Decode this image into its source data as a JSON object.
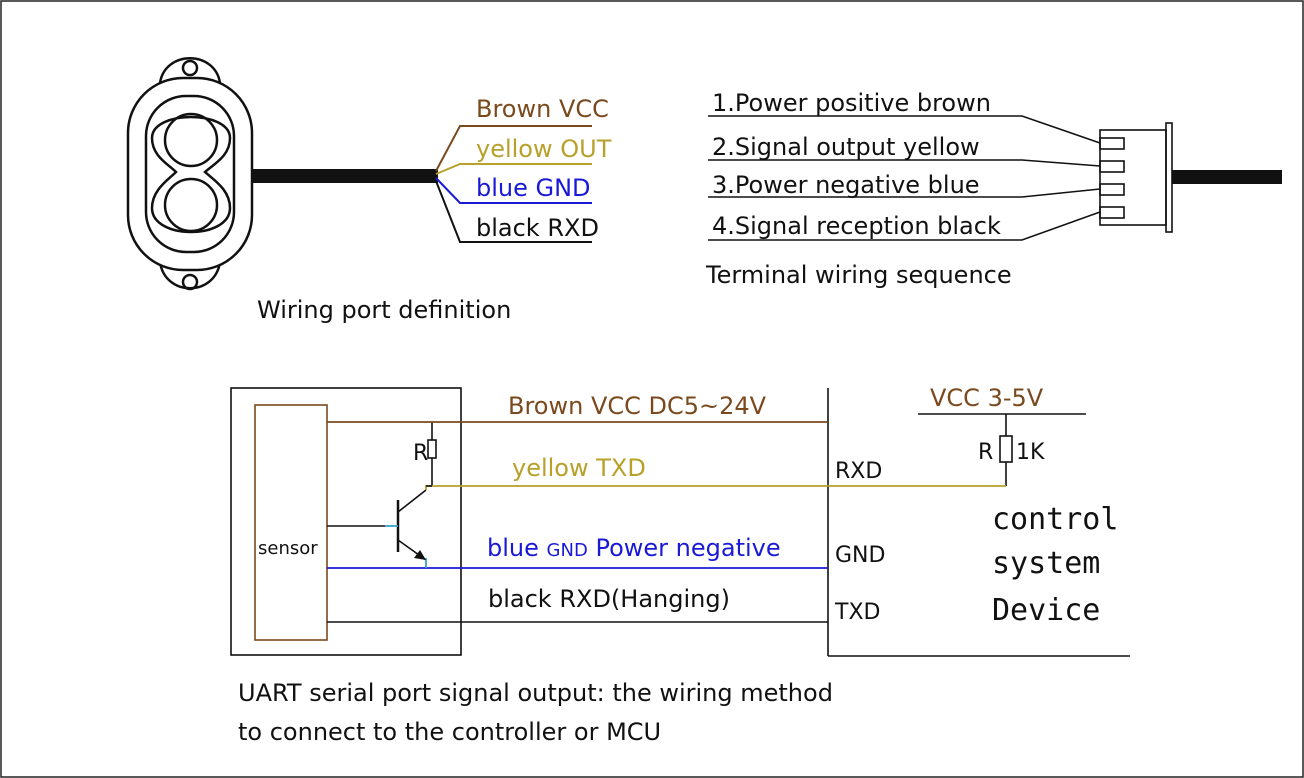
{
  "colors": {
    "brown": "#7a4a1e",
    "yellow": "#b8a12a",
    "blue": "#1a1ad6",
    "black": "#111111",
    "teal": "#3aa0c8"
  },
  "sensor_wires": {
    "brown": "Brown VCC",
    "yellow": "yellow OUT",
    "blue": "blue GND",
    "black": "black RXD"
  },
  "wiring_port_caption": "Wiring port definition",
  "terminal_pins": [
    "1.Power positive brown",
    "2.Signal output yellow",
    "3.Power negative blue",
    "4.Signal reception black"
  ],
  "terminal_caption": "Terminal wiring sequence",
  "circuit": {
    "sensor_label": "sensor",
    "resistor_label": "R",
    "brown_line": "Brown VCC DC5~24V",
    "yellow_line": "yellow TXD",
    "blue_prefix": "blue",
    "blue_gnd": "GND",
    "blue_suffix": "Power negative",
    "black_line": "black RXD(Hanging)",
    "pins": [
      "RXD",
      "GND",
      "TXD"
    ],
    "vcc_label": "VCC 3-5V",
    "pullup_r": "R",
    "pullup_value": "1K",
    "device_lines": [
      "control",
      "system",
      "Device"
    ]
  },
  "caption_lines": [
    "UART serial port signal output: the wiring method",
    "to connect to the controller or MCU"
  ]
}
